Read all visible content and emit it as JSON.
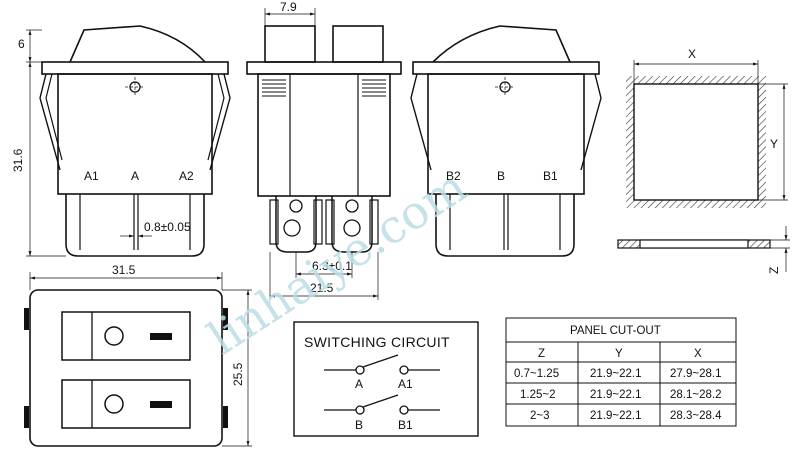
{
  "dimensions": {
    "d_7_9": "7.9",
    "d_6": "6",
    "d_31_6": "31.6",
    "d_0_8": "0.8±0.05",
    "d_6_3": "6.3±0.1",
    "d_21_5": "21.5",
    "d_31_5": "31.5",
    "d_25_5": "25.5",
    "x": "X",
    "y": "Y",
    "z": "Z"
  },
  "terminals": {
    "front": [
      "A1",
      "A",
      "A2"
    ],
    "back": [
      "B2",
      "B",
      "B1"
    ]
  },
  "switching_circuit": {
    "title": "SWITCHING CIRCUIT",
    "a": "A",
    "a1": "A1",
    "b": "B",
    "b1": "B1"
  },
  "panel_cutout": {
    "title": "PANEL CUT-OUT",
    "headers": [
      "Z",
      "Y",
      "X"
    ],
    "rows": [
      [
        "0.7~1.25",
        "21.9~22.1",
        "27.9~28.1"
      ],
      [
        "1.25~2",
        "21.9~22.1",
        "28.1~28.2"
      ],
      [
        "2~3",
        "21.9~22.1",
        "28.3~28.4"
      ]
    ]
  },
  "watermark": "linhaiye.com"
}
